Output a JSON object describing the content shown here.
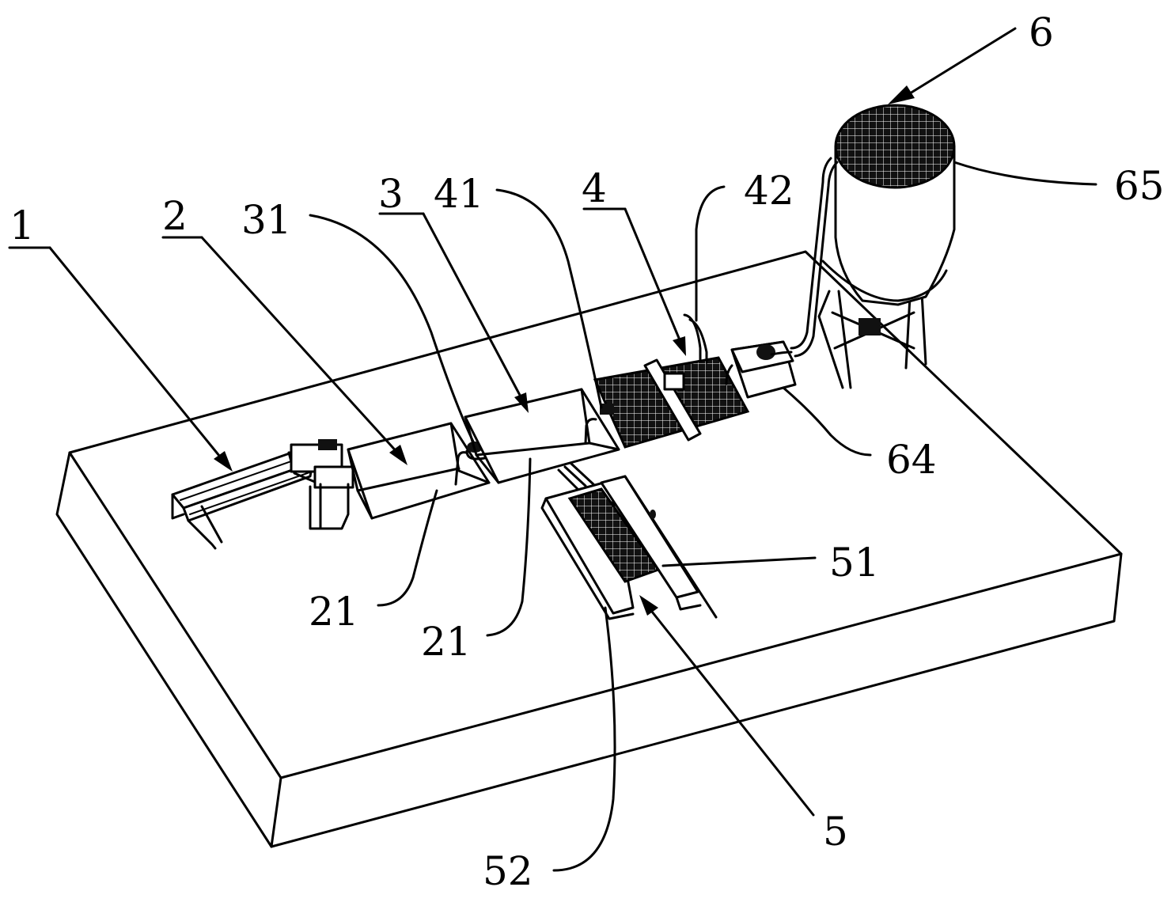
{
  "labels": {
    "l1": "1",
    "l2": "2",
    "l3": "3",
    "l4": "4",
    "l5": "5",
    "l6": "6",
    "l21a": "21",
    "l21b": "21",
    "l31": "31",
    "l41": "41",
    "l42": "42",
    "l51": "51",
    "l52": "52",
    "l64": "64",
    "l65": "65"
  },
  "colors": {
    "line": "#000000",
    "background": "#ffffff"
  }
}
